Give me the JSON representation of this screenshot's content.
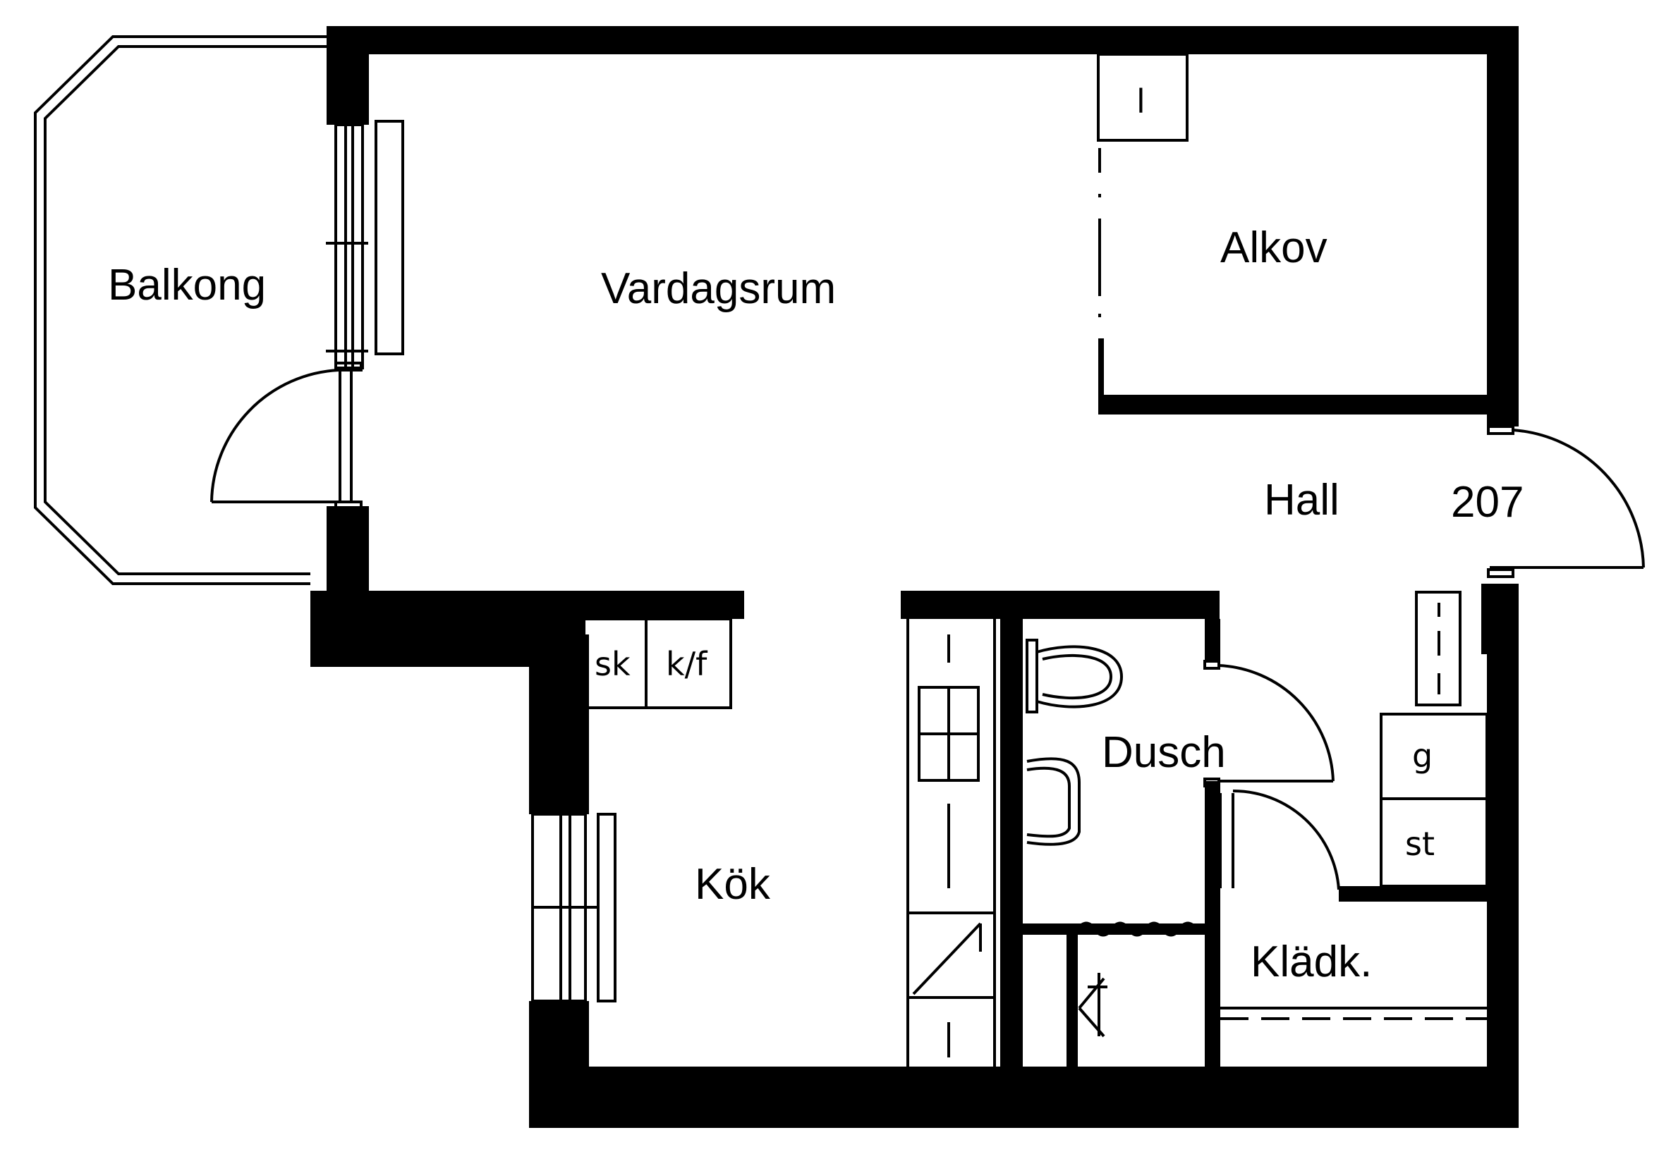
{
  "rooms": {
    "balcony": "Balkong",
    "living_room": "Vardagsrum",
    "alcove": "Alkov",
    "hall": "Hall",
    "kitchen": "Kök",
    "shower": "Dusch",
    "wardrobe": "Klädk."
  },
  "unit_number": "207",
  "fixtures": {
    "sink": "sk",
    "fridge_freezer": "k/f",
    "alcove_closet": "l",
    "g_cabinet": "g",
    "st_cabinet": "st"
  },
  "colors": {
    "wall": "#000000",
    "background": "#ffffff"
  }
}
